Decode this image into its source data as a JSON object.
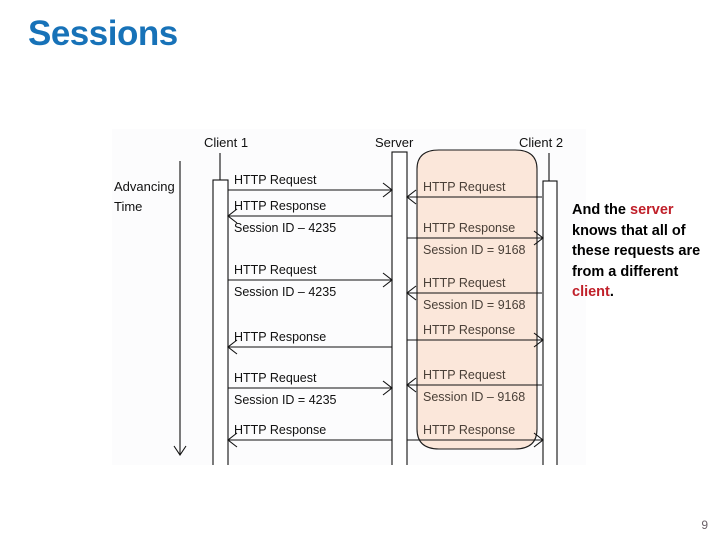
{
  "slide": {
    "title": "Sessions",
    "page_number": "9",
    "title_color": "#1772b8",
    "highlight_color": "#fbe7da",
    "accent_color": "#c0202a"
  },
  "diagram": {
    "type": "sequence-diagram",
    "time_axis_label_line1": "Advancing",
    "time_axis_label_line2": "Time",
    "lifelines": [
      {
        "name": "client1",
        "label": "Client 1"
      },
      {
        "name": "server",
        "label": "Server"
      },
      {
        "name": "client2",
        "label": "Client 2"
      }
    ],
    "client1_messages": [
      {
        "line1": "HTTP Request",
        "line2": "",
        "direction": "to-server"
      },
      {
        "line1": "HTTP Response",
        "line2": "Session ID – 4235",
        "direction": "to-client"
      },
      {
        "line1": "HTTP Request",
        "line2": "Session ID – 4235",
        "direction": "to-server"
      },
      {
        "line1": "HTTP Response",
        "line2": "",
        "direction": "to-client"
      },
      {
        "line1": "HTTP Request",
        "line2": "Session ID = 4235",
        "direction": "to-server"
      },
      {
        "line1": "HTTP Response",
        "line2": "",
        "direction": "to-client"
      }
    ],
    "client2_messages": [
      {
        "line1": "HTTP Request",
        "line2": "",
        "direction": "to-server"
      },
      {
        "line1": "HTTP Response",
        "line2": "Session ID = 9168",
        "direction": "to-client"
      },
      {
        "line1": "HTTP Request",
        "line2": "Session ID = 9168",
        "direction": "to-server"
      },
      {
        "line1": "HTTP Response",
        "line2": "",
        "direction": "to-client"
      },
      {
        "line1": "HTTP Request",
        "line2": "Session ID – 9168",
        "direction": "to-server"
      },
      {
        "line1": "HTTP Response",
        "line2": "",
        "direction": "to-client"
      }
    ]
  },
  "commentary": {
    "part1": "And the ",
    "hot1": "server",
    "part2": " knows that all of these requests are from a different ",
    "hot2": "client",
    "part3": "."
  }
}
